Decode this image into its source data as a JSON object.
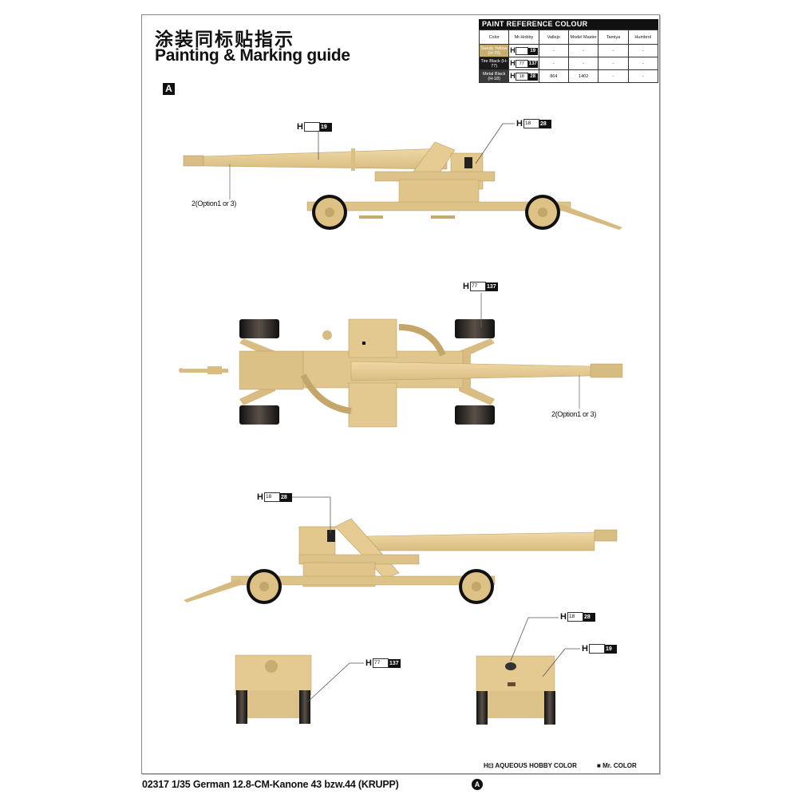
{
  "header": {
    "title_cn": "涂装同标贴指示",
    "title_en": "Painting & Marking guide",
    "section_label": "A"
  },
  "paint_reference": {
    "title": "PAINT REFERENCE COLOUR",
    "columns": [
      "Color",
      "Mr.Hobby",
      "Vallejo",
      "Model Master",
      "Tamiya",
      "Humbrol"
    ],
    "rows": [
      {
        "color_name": "Sandy Yellow (H-79)",
        "swatch": "#c9ae6e",
        "aqueous": "",
        "mr_color": "19",
        "vallejo": "-",
        "model_master": "-",
        "tamiya": "-",
        "humbrol": "-"
      },
      {
        "color_name": "Tire Black (H-77)",
        "swatch": "#1a1a1a",
        "aqueous": "77",
        "mr_color": "137",
        "vallejo": "-",
        "model_master": "-",
        "tamiya": "-",
        "humbrol": "-"
      },
      {
        "color_name": "Metal Black (H-18)",
        "swatch": "#3a3a3a",
        "aqueous": "18",
        "mr_color": "28",
        "vallejo": "864",
        "model_master": "1402",
        "tamiya": "-",
        "humbrol": "-"
      }
    ]
  },
  "callouts": {
    "view1_barrel": {
      "h": "H",
      "aqueous": "",
      "mr": "19"
    },
    "view1_shield": {
      "h": "H",
      "aqueous": "18",
      "mr": "28"
    },
    "view1_option": "2(Option1 or 3)",
    "view2_wheel": {
      "h": "H",
      "aqueous": "77",
      "mr": "137"
    },
    "view2_option": "2(Option1 or 3)",
    "view3_shield": {
      "h": "H",
      "aqueous": "18",
      "mr": "28"
    },
    "view4_wheel": {
      "h": "H",
      "aqueous": "77",
      "mr": "137"
    },
    "view5_port": {
      "h": "H",
      "aqueous": "18",
      "mr": "28"
    },
    "view5_body": {
      "h": "H",
      "aqueous": "",
      "mr": "19"
    }
  },
  "legend": {
    "aqueous": "AQUEOUS HOBBY COLOR",
    "mr_color": "Mr. COLOR"
  },
  "footer": {
    "title": "02317 1/35 German 12.8-CM-Kanone 43 bzw.44 (KRUPP)",
    "section": "A"
  },
  "colors": {
    "sand": "#e3c98f",
    "sand_dark": "#c9ad6e",
    "tire": "#1f1f1f"
  }
}
